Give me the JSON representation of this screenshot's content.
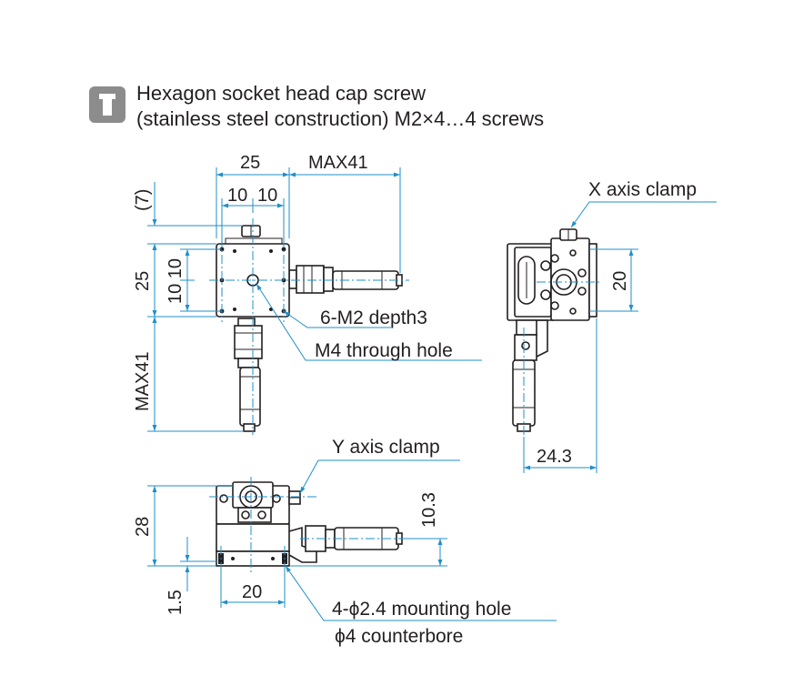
{
  "note": {
    "icon": "screw-icon",
    "line1": "Hexagon socket head cap screw",
    "line2": "(stainless steel construction) M2×4…4 screws"
  },
  "top_view": {
    "dim_width": "25",
    "dim_max_right": "MAX41",
    "dim_hole_pitch_x1": "10",
    "dim_hole_pitch_x2": "10",
    "dim_clamp_offset": "(7)",
    "dim_height": "25",
    "dim_hole_pitch_y": "10 10",
    "dim_max_down": "MAX41",
    "label_tapped_holes": "6-M2 depth3",
    "label_through_hole": "M4 through hole"
  },
  "side_view": {
    "label_x_clamp": "X axis clamp",
    "dim_height": "20",
    "dim_offset": "24.3"
  },
  "front_view": {
    "label_y_clamp": "Y axis clamp",
    "dim_total_height": "28",
    "dim_axis_height": "10.3",
    "dim_base_thickness": "1.5",
    "dim_hole_pitch": "20",
    "label_mounting_hole": "4-ϕ2.4 mounting hole",
    "label_counterbore": "ϕ4 counterbore"
  },
  "colors": {
    "outline": "#231f20",
    "dimension_line": "#1f8fc9",
    "icon_fill": "#8c8c8c"
  }
}
